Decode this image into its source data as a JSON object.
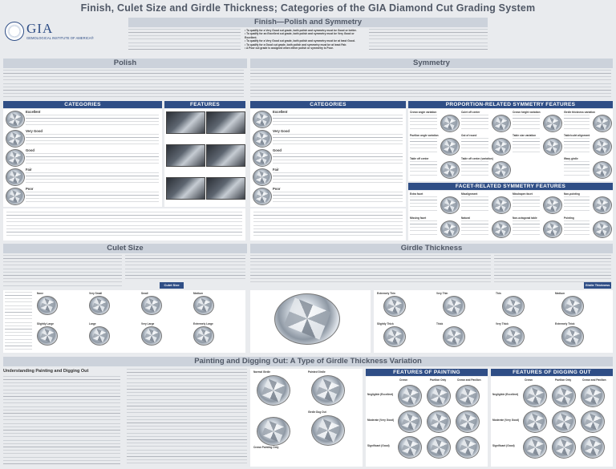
{
  "title": "Finish, Culet Size and Girdle Thickness; Categories of the GIA Diamond Cut Grading System",
  "logo": {
    "mark": "GIA",
    "subtitle": "GEMOLOGICAL INSTITUTE OF AMERICA®"
  },
  "finish_section": {
    "band": "Finish—Polish and Symmetry",
    "bullets": [
      "• To qualify for a Very Good cut grade, both polish and symmetry must be Good or better.",
      "• To qualify for an Excellent cut grade, both polish and symmetry must be Very Good or Excellent.",
      "• To qualify for a Very Good cut grade, both polish and symmetry must be at least Good.",
      "• To qualify for a Good cut grade, both polish and symmetry must be at least Fair.",
      "• A Poor cut grade is assigned when either polish or symmetry is Poor."
    ]
  },
  "polish": {
    "band": "Polish",
    "categories_header": "CATEGORIES",
    "features_header": "FEATURES",
    "grades": [
      "Excellent",
      "Very Good",
      "Good",
      "Fair",
      "Poor"
    ]
  },
  "symmetry": {
    "band": "Symmetry",
    "categories_header": "CATEGORIES",
    "proportion_header": "PROPORTION-RELATED SYMMETRY FEATURES",
    "facet_header": "FACET-RELATED SYMMETRY FEATURES",
    "grades": [
      "Excellent",
      "Very Good",
      "Good",
      "Fair",
      "Poor"
    ],
    "proportion_features": [
      "Crown angle variation",
      "Culet off center",
      "Crown height variation",
      "Girdle thickness variation",
      "Pavilion angle variation",
      "Out of round",
      "Table size variation",
      "Table/culet alignment",
      "Table off center",
      "Table off center (variation)",
      "Wavy girdle"
    ],
    "facet_features": [
      "Extra facet",
      "Misalignment",
      "Misshapen facet",
      "Missing facet",
      "Natural",
      "Non-octagonal table",
      "Non-pointing",
      "Pointing"
    ]
  },
  "culet": {
    "band": "Culet Size",
    "scale": [
      "None",
      "Very Small",
      "Small",
      "Medium",
      "Slightly Large",
      "Large",
      "Very Large",
      "Extremely Large"
    ],
    "badge": "Culet Size"
  },
  "girdle": {
    "band": "Girdle Thickness",
    "scale": [
      "Extremely Thin",
      "Very Thin",
      "Thin",
      "Medium",
      "Slightly Thick",
      "Thick",
      "Very Thick",
      "Extremely Thick"
    ],
    "badge": "Girdle Thickness"
  },
  "painting": {
    "band": "Painting and Digging Out: A Type of Girdle Thickness Variation",
    "left_title": "Understanding Painting and Digging Out",
    "sub1": "Normal Girdle",
    "sub2": "Painted Girdle",
    "sub3": "Girdle Dug Out",
    "sub4": "Crown Painting Only",
    "features_painting": "FEATURES OF PAINTING",
    "features_digging": "FEATURES OF DIGGING OUT",
    "row_labels_painting": [
      "Negligible (Excellent)",
      "Moderate (Very Good)",
      "Significant (Good)"
    ],
    "col_labels_painting": [
      "Crown",
      "Pavilion Only",
      "Crown and Pavilion"
    ],
    "row_labels_digging": [
      "Negligible (Excellent)",
      "Moderate (Very Good)",
      "Significant (Good)"
    ],
    "col_labels_digging": [
      "Crown",
      "Pavilion Only",
      "Crown and Pavilion"
    ]
  }
}
